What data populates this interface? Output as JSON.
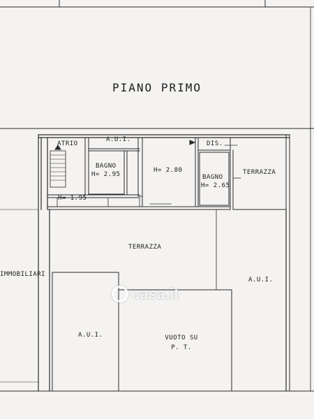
{
  "plan": {
    "title": "PIANO PRIMO",
    "labels": {
      "atrio": "ATRIO",
      "aui_top": "A.U.I.",
      "bagno_left": "BAGNO",
      "bagno_left_h": "H= 2.95",
      "room_h": "H= 2.80",
      "dis": "DIS.",
      "bagno_right": "BAGNO",
      "bagno_right_h": "H= 2.65",
      "terrazza_right": "TERRAZZA",
      "atrio_h": "H= 1.95",
      "terrazza_main": "TERRAZZA",
      "immobiliari": "IMMOBILIARI",
      "aui_right": "A.U.I.",
      "aui_bottom_left": "A.U.I.",
      "vuoto_line1": "VUOTO SU",
      "vuoto_line2": "P. T."
    },
    "watermark": "casa.it"
  }
}
